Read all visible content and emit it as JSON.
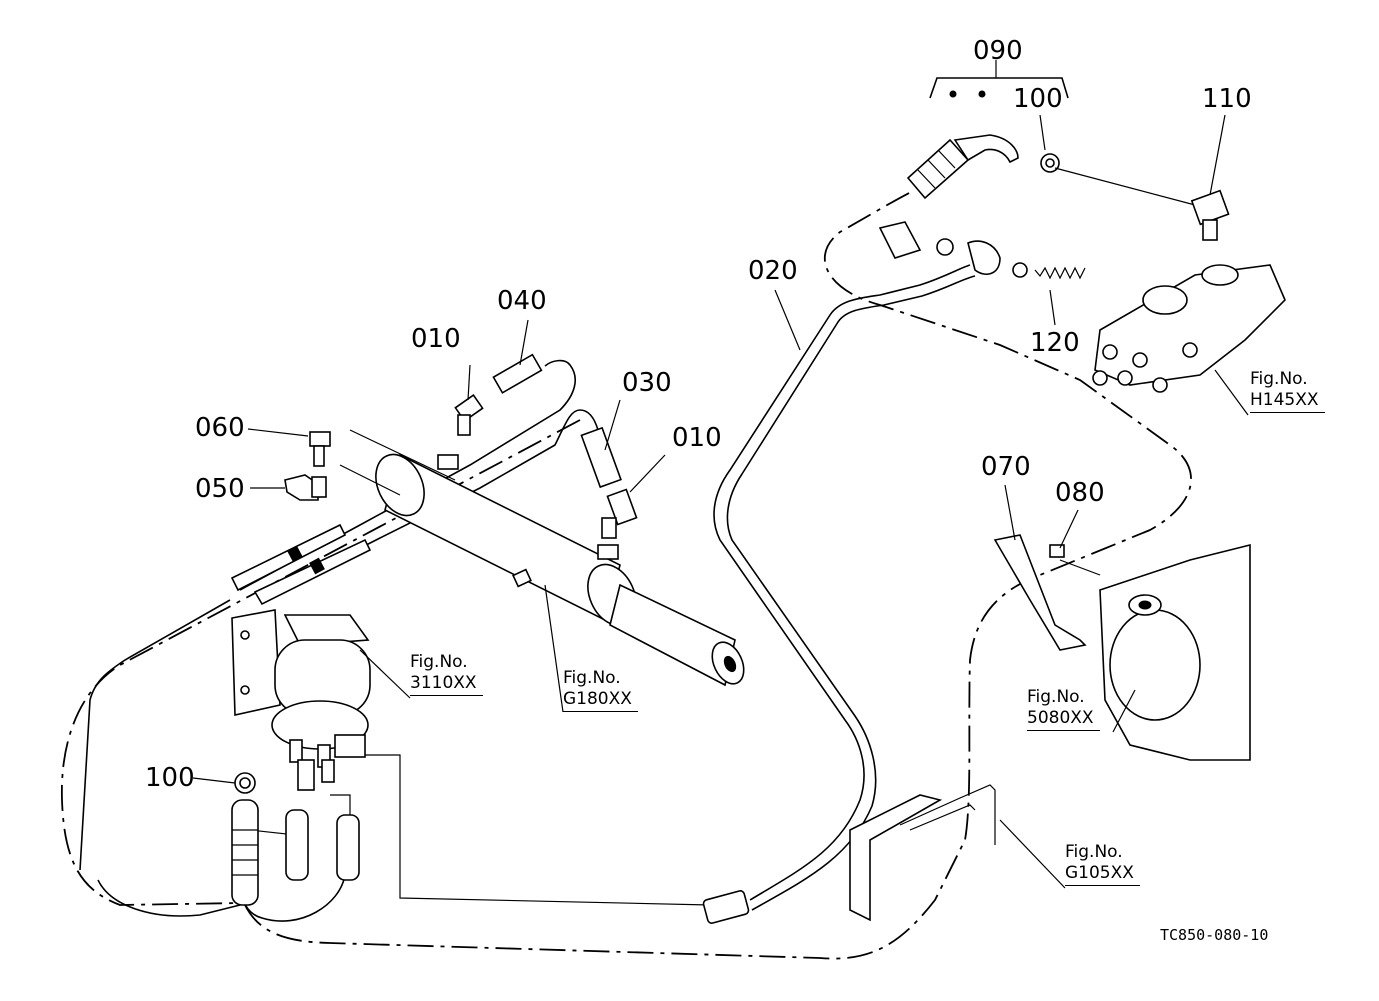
{
  "labels": {
    "p010a": "010",
    "p040": "040",
    "p030": "030",
    "p010b": "010",
    "p060": "060",
    "p050": "050",
    "p020": "020",
    "p090": "090",
    "p100a": "100",
    "p110": "110",
    "p120": "120",
    "p070": "070",
    "p080": "080",
    "p100b": "100"
  },
  "figrefs": {
    "h145": {
      "prefix": "Fig.No.",
      "number": "H145XX"
    },
    "s3110": {
      "prefix": "Fig.No.",
      "number": "3110XX"
    },
    "g180": {
      "prefix": "Fig.No.",
      "number": "G180XX"
    },
    "s5080": {
      "prefix": "Fig.No.",
      "number": "5080XX"
    },
    "g105": {
      "prefix": "Fig.No.",
      "number": "G105XX"
    }
  },
  "drawing_code": "TC850-080-10",
  "icons": [
    "steering-cylinder",
    "power-steering-unit",
    "hydraulic-pump",
    "hydraulic-valve-block",
    "pipe-bracket",
    "hose-assembly"
  ]
}
